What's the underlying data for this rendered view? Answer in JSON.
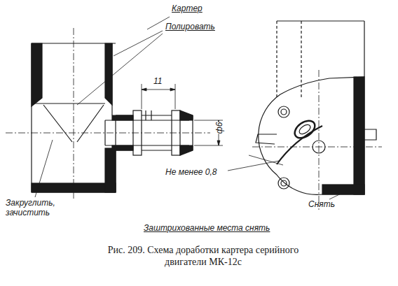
{
  "diagram": {
    "caption": "Рис. 209. Схема доработки картера серийного двигатели МК-12с",
    "labels": [
      "Картер",
      "Полировать",
      "11",
      "ф6",
      "Закруглить, зачистить",
      "Не менее 0,8",
      "Снять",
      "Заштрихованные места снять"
    ]
  }
}
